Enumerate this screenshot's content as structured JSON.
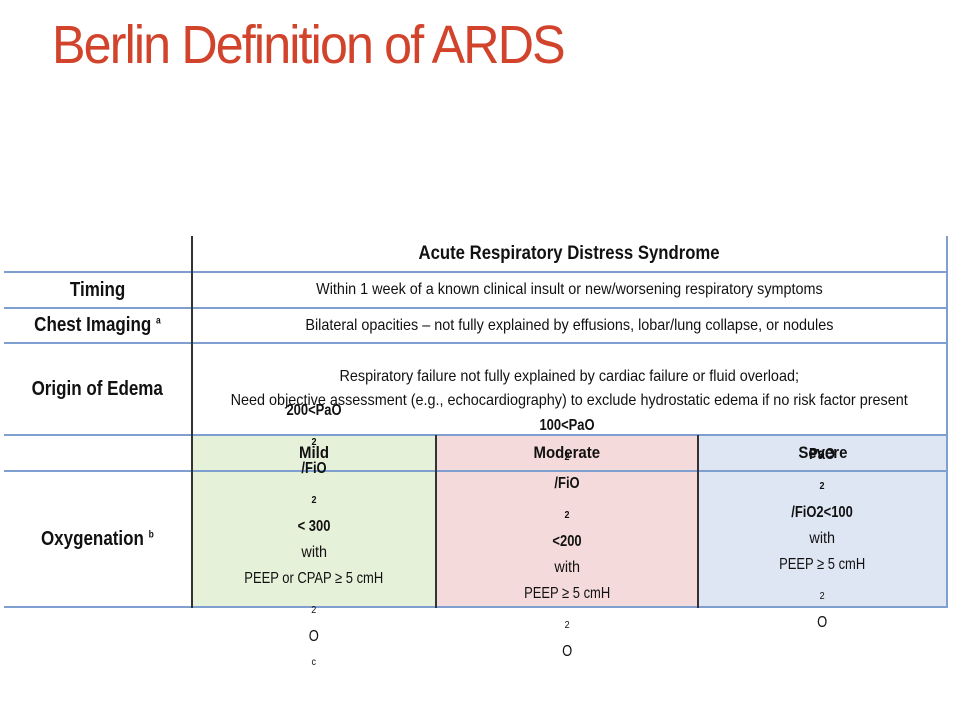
{
  "title": "Berlin Definition of ARDS",
  "table": {
    "header": "Acute Respiratory Distress Syndrome",
    "rows": [
      {
        "label": "Timing",
        "label_sup": "",
        "value": "Within 1 week of a known clinical insult or new/worsening respiratory symptoms"
      },
      {
        "label": "Chest Imaging",
        "label_sup": "a",
        "value": "Bilateral opacities – not fully explained by effusions, lobar/lung collapse, or nodules"
      },
      {
        "label": "Origin of Edema",
        "label_sup": "",
        "value_line1": "Respiratory failure not fully explained by cardiac failure or fluid overload;",
        "value_line2": "Need objective assessment (e.g., echocardiography) to exclude hydrostatic edema if no risk factor present"
      }
    ],
    "oxygenation": {
      "label": "Oxygenation",
      "label_sup": "b",
      "severities": [
        {
          "name": "Mild",
          "color": "#e6f1da",
          "crit_a": "200<PaO",
          "crit_sub1": "2",
          "crit_b": "/FiO",
          "crit_sub2": "2",
          "crit_c": "< 300",
          "with": "with",
          "peep_a": "PEEP or CPAP ≥ 5 cmH",
          "peep_sub": "2",
          "peep_b": "O",
          "peep_sup": "c"
        },
        {
          "name": "Moderate",
          "color": "#f5dadb",
          "crit_a": "100<PaO",
          "crit_sub1": "2",
          "crit_b": "/FiO",
          "crit_sub2": "2",
          "crit_c": "<200",
          "with": "with",
          "peep_a": "PEEP ≥ 5 cmH",
          "peep_sub": "2",
          "peep_b": "O"
        },
        {
          "name": "Severe",
          "color": "#dde6f2",
          "crit_a": "PaO",
          "crit_sub1": "2",
          "crit_b": "/FiO2<100",
          "with": "with",
          "peep_a": "PEEP ≥ 5 cmH",
          "peep_sub": "2",
          "peep_b": "O"
        }
      ]
    }
  }
}
